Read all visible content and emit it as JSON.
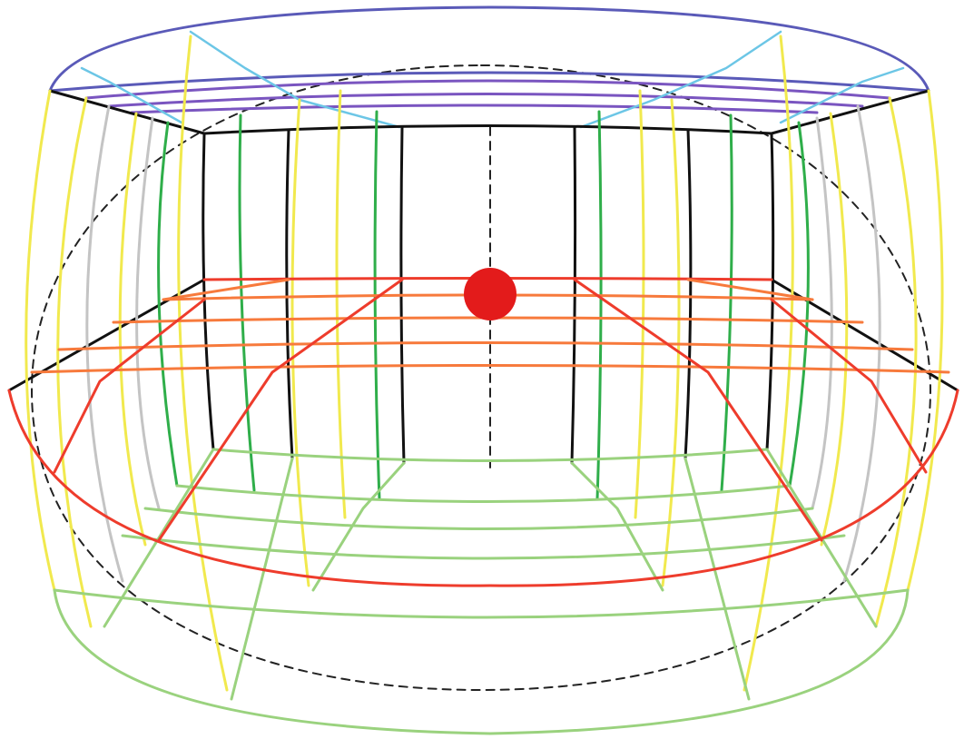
{
  "diagram": {
    "type": "curvilinear-perspective-grid",
    "colors": {
      "ceiling_outer": "#5a5ab8",
      "ceiling_inner": "#7a55c0",
      "ceiling_cross": "#6cc6e6",
      "back_wall": "#111111",
      "vertical_yellow": "#f1e94e",
      "vertical_gray": "#c4c4c4",
      "vertical_green": "#2fae4a",
      "horizon_red": "#ee3c2c",
      "horizon_orange": "#f77a3c",
      "floor_green": "#9ad27e",
      "guide_dashed": "#222222",
      "vanishing_point": "#e31b1b"
    },
    "vanishing_point": {
      "shape": "filled-circle"
    },
    "guide": {
      "style": "dashed",
      "shape": "ellipse-and-vertical-axis"
    }
  }
}
